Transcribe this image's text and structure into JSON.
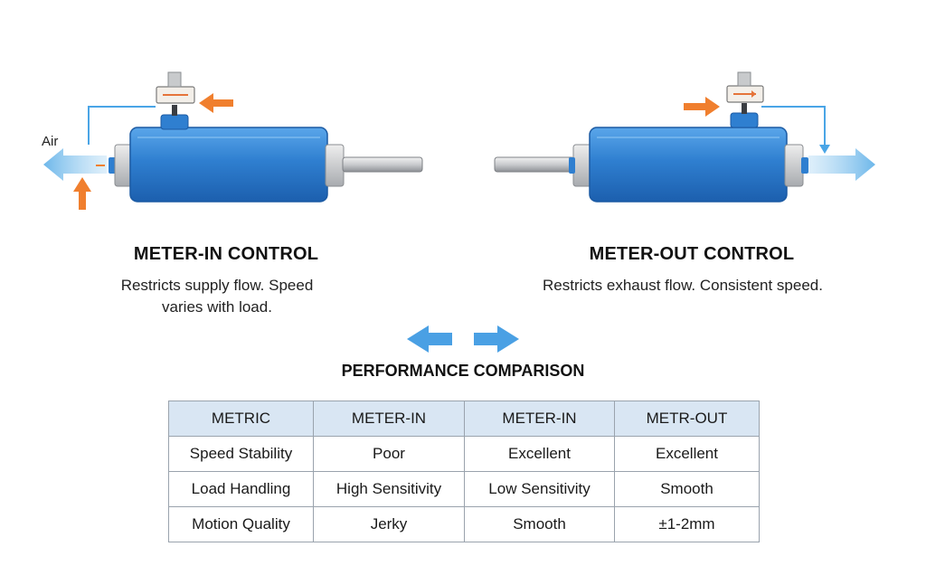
{
  "left_panel": {
    "air_label": "Air",
    "title": "METER-IN CONTROL",
    "description": "Restricts supply flow. Speed varies with load."
  },
  "right_panel": {
    "title": "METER-OUT CONTROL",
    "description": "Restricts exhaust flow. Consistent speed."
  },
  "comparison": {
    "title": "PERFORMANCE COMPARISON",
    "headers": [
      "METRIC",
      "METER-IN",
      "METER-IN",
      "METR-OUT"
    ],
    "rows": [
      [
        "Speed Stability",
        "Poor",
        "Excellent",
        "Excellent"
      ],
      [
        "Load Handling",
        "High Sensitivity",
        "Low Sensitivity",
        "Smooth"
      ],
      [
        "Motion Quality",
        "Jerky",
        "Smooth",
        "±1-2mm"
      ]
    ]
  },
  "colors": {
    "cylinder_blue": "#2f7fd0",
    "flow_arrow_blue": "#6db7ea",
    "control_arrow_orange": "#f07f2e",
    "header_fill": "#d9e6f3"
  }
}
